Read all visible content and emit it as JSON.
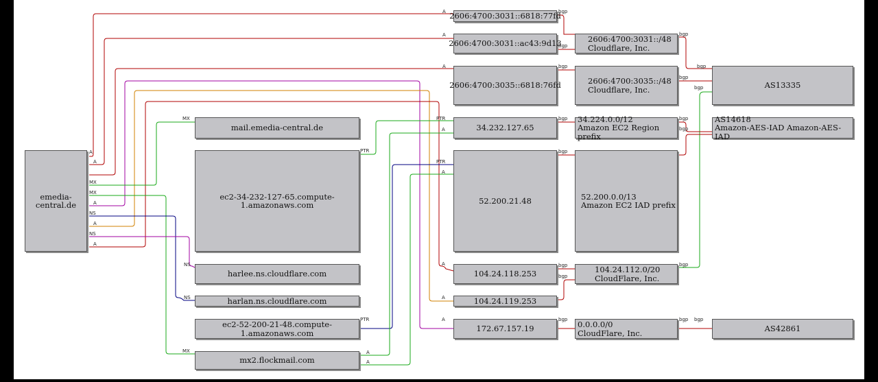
{
  "nodes": {
    "root": "emedia-central.de",
    "mail": "mail.emedia-central.de",
    "ec2a": "ec2-34-232-127-65.compute-1.amazonaws.com",
    "harlee": "harlee.ns.cloudflare.com",
    "harlan": "harlan.ns.cloudflare.com",
    "ec2b": "ec2-52-200-21-48.compute-1.amazonaws.com",
    "mx2": "mx2.flockmail.com",
    "ip6a": "2606:4700:3031::6818:77fd",
    "ip6b": "2606:4700:3031::ac43:9d13",
    "ip6c": "2606:4700:3035::6818:76fd",
    "ip4a": "34.232.127.65",
    "ip4b": "52.200.21.48",
    "ip4c": "104.24.118.253",
    "ip4d": "104.24.119.253",
    "ip4e": "172.67.157.19",
    "pfx1_line1": "2606:4700:3031::/48",
    "pfx1_line2": "Cloudflare, Inc.",
    "pfx2_line1": "2606:4700:3035::/48",
    "pfx2_line2": "Cloudflare, Inc.",
    "pfx3_line1": "34.224.0.0/12",
    "pfx3_line2": "Amazon EC2 Region prefix",
    "pfx4_line1": "52.200.0.0/13",
    "pfx4_line2": "Amazon EC2 IAD prefix",
    "pfx5_line1": "104.24.112.0/20",
    "pfx5_line2": "CloudFlare, Inc.",
    "pfx6_line1": "0.0.0.0/0",
    "pfx6_line2": "CloudFlare, Inc.",
    "as1": "AS13335",
    "as2_line1": "AS14618",
    "as2_line2": "Amazon-AES-IAD Amazon-AES-IAD",
    "as3": "AS42861"
  },
  "edge_labels": {
    "a": "A",
    "mx": "MX",
    "ns": "NS",
    "ptr": "PTR",
    "bgp": "bgp"
  },
  "colors": {
    "A": "#b00000",
    "MX": "#1aaa1a",
    "NS": "#000080",
    "PTR": "#1aaa1a",
    "A_purple": "#a000a0",
    "A_orange": "#d08000",
    "bgp": "#b00000",
    "bgp_green": "#1aaa1a"
  }
}
